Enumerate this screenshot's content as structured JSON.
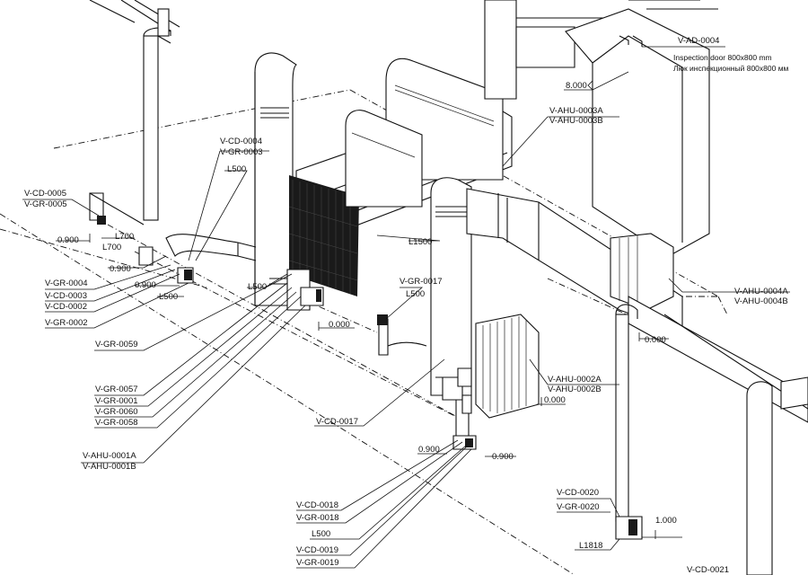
{
  "labels": {
    "v_ad_0004": "V-AD-0004",
    "inspect_en": "Inspection door 800x800 mm",
    "inspect_ru": "Люк инспекционный 800х800 мм",
    "elev_8000": "8.000",
    "v_ahu_0003a": "V-AHU-0003A",
    "v_ahu_0003b": "V-AHU-0003B",
    "l1500": "L1500",
    "v_cd_0004": "V-CD-0004",
    "v_gr_0003": "V-GR-0003",
    "l500_a": "L500",
    "v_cd_0005": "V-CD-0005",
    "v_gr_0005": "V-GR-0005",
    "elev_0900_a": "0.900",
    "l700_a": "L700",
    "l700_b": "L700",
    "elev_0900_b": "0.900",
    "elev_0900_c": "0.900",
    "l500_b": "L500",
    "v_gr_0004": "V-GR-0004",
    "v_cd_0003": "V-CD-0003",
    "v_cd_0002": "V-CD-0002",
    "v_gr_0002": "V-GR-0002",
    "v_gr_0059": "V-GR-0059",
    "l500_c": "L500",
    "elev_0000_a": "0.000",
    "v_gr_0017": "V-GR-0017",
    "l500_d": "L500",
    "v_ahu_0004a": "V-AHU-0004A",
    "v_ahu_0004b": "V-AHU-0004B",
    "elev_0000_b": "0.000",
    "v_gr_0057": "V-GR-0057",
    "v_gr_0001": "V-GR-0001",
    "v_gr_0060": "V-GR-0060",
    "v_gr_0058": "V-GR-0058",
    "v_cd_0017": "V-CD-0017",
    "v_ahu_0002a": "V-AHU-0002A",
    "v_ahu_0002b": "V-AHU-0002B",
    "elev_0000_c": "0.000",
    "v_ahu_0001a": "V-AHU-0001A",
    "v_ahu_0001b": "V-AHU-0001B",
    "elev_0900_d": "0.900",
    "elev_0900_e": "0.900",
    "v_cd_0018": "V-CD-0018",
    "v_gr_0018": "V-GR-0018",
    "l500_e": "L500",
    "v_cd_0019": "V-CD-0019",
    "v_gr_0019": "V-GR-0019",
    "v_cd_0020": "V-CD-0020",
    "v_gr_0020": "V-GR-0020",
    "elev_1000": "1.000",
    "l1818": "L1818",
    "v_cd_0021": "V-CD-0021"
  },
  "colors": {
    "ink": "#111111",
    "grille": "#1a1a1a",
    "paper": "#ffffff"
  }
}
